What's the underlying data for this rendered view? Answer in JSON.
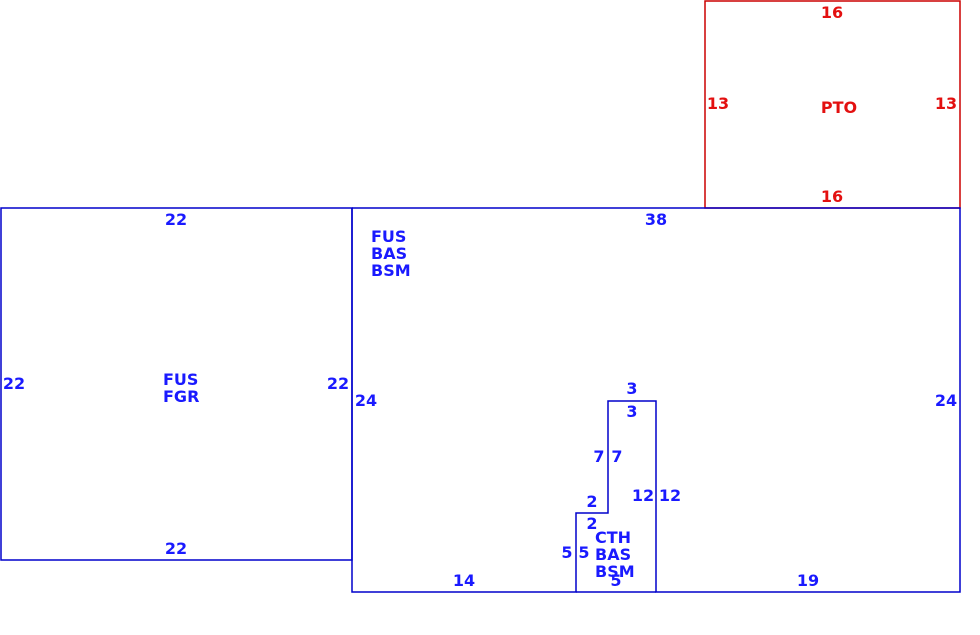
{
  "colors": {
    "main": "#0000cc",
    "porch": "#cc0000"
  },
  "porch": {
    "label": "PTO",
    "top": "16",
    "bottom": "16",
    "left": "13",
    "right": "13"
  },
  "garage": {
    "label_line1": "FUS",
    "label_line2": "FGR",
    "top": "22",
    "bottom": "22",
    "left": "22",
    "right": "22"
  },
  "house": {
    "label_line1": "FUS",
    "label_line2": "BAS",
    "label_line3": "BSM",
    "top": "38",
    "left": "24",
    "right": "24",
    "bottom_left": "14",
    "bottom_right": "19"
  },
  "chimney": {
    "label_line1": "CTH",
    "label_line2": "BAS",
    "label_line3": "BSM",
    "top_outer": "3",
    "top_inner": "3",
    "upper_left_outer": "7",
    "upper_left_inner": "7",
    "right_inner": "12",
    "right_outer": "12",
    "step_outer": "2",
    "step_inner": "2",
    "lower_left_outer": "5",
    "lower_left_inner": "5",
    "bottom": "5"
  }
}
